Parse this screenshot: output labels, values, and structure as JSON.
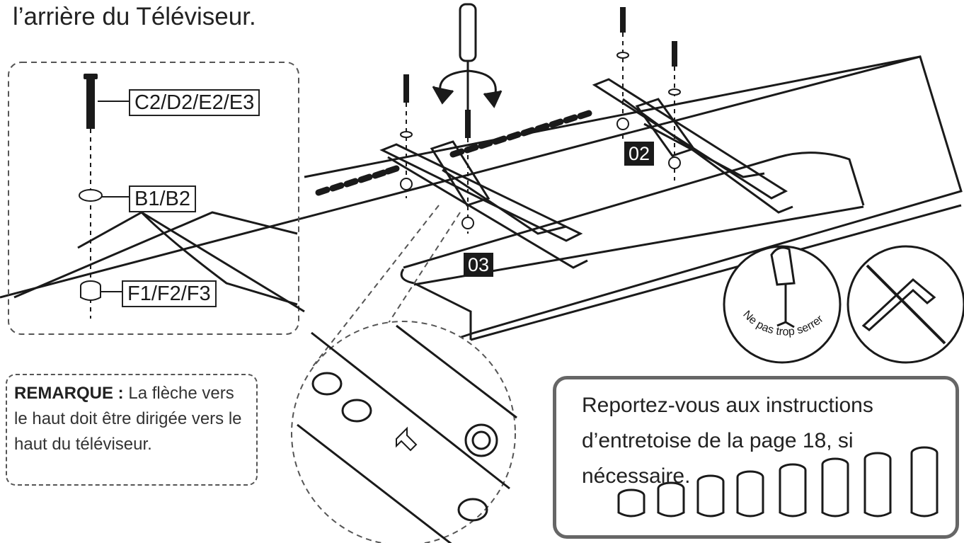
{
  "header": {
    "text": "l’arrière du Téléviseur."
  },
  "detail_labels": {
    "screw": "C2/D2/E2/E3",
    "washer": "B1/B2",
    "spacer": "F1/F2/F3"
  },
  "part_numbers": {
    "left_bracket": "03",
    "right_bracket": "02"
  },
  "note": {
    "title": "REMARQUE :",
    "body": "La flèche vers le haut doit être dirigée vers le haut du téléviseur."
  },
  "torque_warning": {
    "text": "Ne pas trop serrer"
  },
  "spacer_info": {
    "text": "Reportez-vous aux instructions d’entretoise de la page 18, si nécessaire."
  },
  "colors": {
    "line": "#1a1a1a",
    "dashed": "#555555",
    "box_border": "#666666"
  }
}
